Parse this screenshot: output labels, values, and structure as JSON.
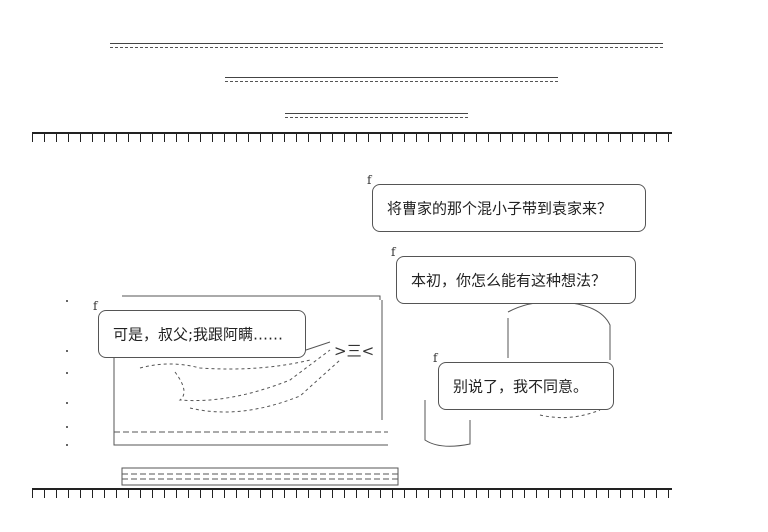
{
  "bubbles": [
    {
      "id": "cao",
      "text": "将曹家的那个混小子带到袁家来？"
    },
    {
      "id": "benchu",
      "text": "本初，你怎么能有这种想法？"
    },
    {
      "id": "uncle",
      "text": "可是，叔父;我跟阿瞒……"
    },
    {
      "id": "disagree",
      "text": "别说了，我不同意。"
    }
  ],
  "mark": "f",
  "arrow_text": ">三<"
}
